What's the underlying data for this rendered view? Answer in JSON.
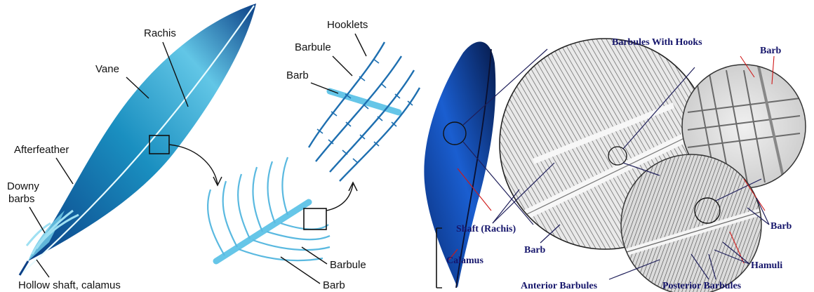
{
  "left_diagram": {
    "labels": {
      "rachis": "Rachis",
      "vane": "Vane",
      "afterfeather": "Afterfeather",
      "downy_barbs_line1": "Downy",
      "downy_barbs_line2": "barbs",
      "hollow_shaft": "Hollow shaft, calamus",
      "hooklets": "Hooklets",
      "barbule_top": "Barbule",
      "barb_top": "Barb",
      "barbule_bottom": "Barbule",
      "barb_bottom": "Barb"
    },
    "colors": {
      "feather_dark": "#0b3f86",
      "feather_mid": "#1a8fc0",
      "feather_light": "#7fd6ee",
      "barb_light": "#66c6e8",
      "barbule_blue": "#1e6fb0"
    }
  },
  "right_diagram": {
    "labels": {
      "barbules_with_hooks": "Barbules With Hooks",
      "barb_top": "Barb",
      "shaft_rachis": "Shaft (Rachis)",
      "barb_middle": "Barb",
      "barb_right": "Barb",
      "calamus": "Calamus",
      "hamuli": "Hamuli",
      "anterior_barbules": "Anterior Barbules",
      "posterior_barbules": "Posterior Barbules"
    },
    "colors": {
      "label_navy": "#15156b",
      "leader_red": "#d01818",
      "feather_blue": "#0a3aa0"
    }
  }
}
